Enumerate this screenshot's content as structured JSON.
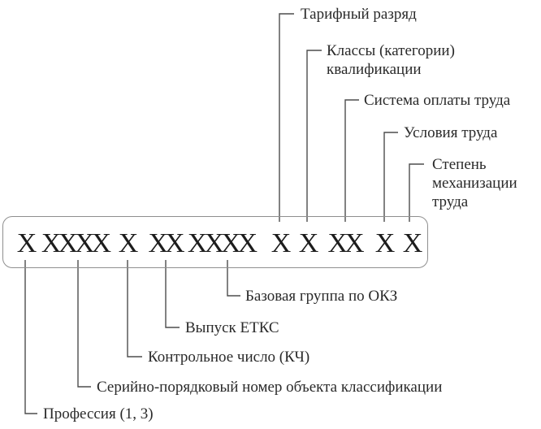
{
  "diagram": {
    "description": "Structure diagram of a classification code with labeled segments",
    "code_box": {
      "groups": [
        "X",
        "XXXX",
        "X",
        "XX",
        "XXXX",
        "X",
        "X",
        "XX",
        "X",
        "X"
      ]
    },
    "top_labels": [
      {
        "text": "Тарифный разряд"
      },
      {
        "text": "Классы (категории)\nквалификации"
      },
      {
        "text": "Система оплаты труда"
      },
      {
        "text": "Условия труда"
      },
      {
        "text": "Степень\nмеханизации\nтруда"
      }
    ],
    "bottom_labels": [
      {
        "text": "Базовая группа по ОКЗ"
      },
      {
        "text": "Выпуск ЕТКС"
      },
      {
        "text": "Контрольное число (КЧ)"
      },
      {
        "text": "Серийно-порядковый номер объекта классификации"
      },
      {
        "text": "Профессия (1, 3)"
      }
    ],
    "colors": {
      "text": "#2a2a2a",
      "code_text": "#1c1c1c",
      "line": "#4d4d4d",
      "box_border": "#8f8f8f",
      "background": "#ffffff"
    }
  }
}
